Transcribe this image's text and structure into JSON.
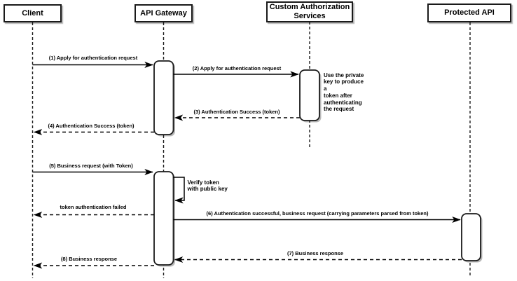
{
  "diagram": {
    "type": "uml-sequence-diagram",
    "participants": [
      {
        "name": "Client"
      },
      {
        "name": "API Gateway"
      },
      {
        "name": "Custom Authorization Services"
      },
      {
        "name": "Protected API"
      }
    ],
    "messages": [
      {
        "label": "(1) Apply for authentication request",
        "from": "Client",
        "to": "API Gateway",
        "style": "solid"
      },
      {
        "label": "(2) Apply for authentication request",
        "from": "API Gateway",
        "to": "Custom Authorization Services",
        "style": "solid"
      },
      {
        "label": "(3) Authentication Success (token)",
        "from": "Custom Authorization Services",
        "to": "API Gateway",
        "style": "dashed"
      },
      {
        "label": "(4) Authentication Success (token)",
        "from": "API Gateway",
        "to": "Client",
        "style": "dashed"
      },
      {
        "label": "(5) Business request (with Token)",
        "from": "Client",
        "to": "API Gateway",
        "style": "solid"
      },
      {
        "label": "token authentication failed",
        "from": "API Gateway",
        "to": "Client",
        "style": "dashed"
      },
      {
        "label": "(6) Authentication successful, business request (carrying parameters parsed from token)",
        "from": "API Gateway",
        "to": "Protected API",
        "style": "solid"
      },
      {
        "label": "(7) Business response",
        "from": "Protected API",
        "to": "API Gateway",
        "style": "dashed"
      },
      {
        "label": "(8) Business response",
        "from": "API Gateway",
        "to": "Client",
        "style": "dashed"
      }
    ],
    "self_message": {
      "label": "Verify token\nwith public key",
      "on": "API Gateway"
    },
    "note": {
      "text": "Use the private\nkey to produce a\ntoken after\nauthenticating\nthe request",
      "near": "Custom Authorization Services"
    },
    "colors": {
      "stroke": "#1a1a1a",
      "fill": "#ffffff",
      "text": "#000000"
    }
  }
}
